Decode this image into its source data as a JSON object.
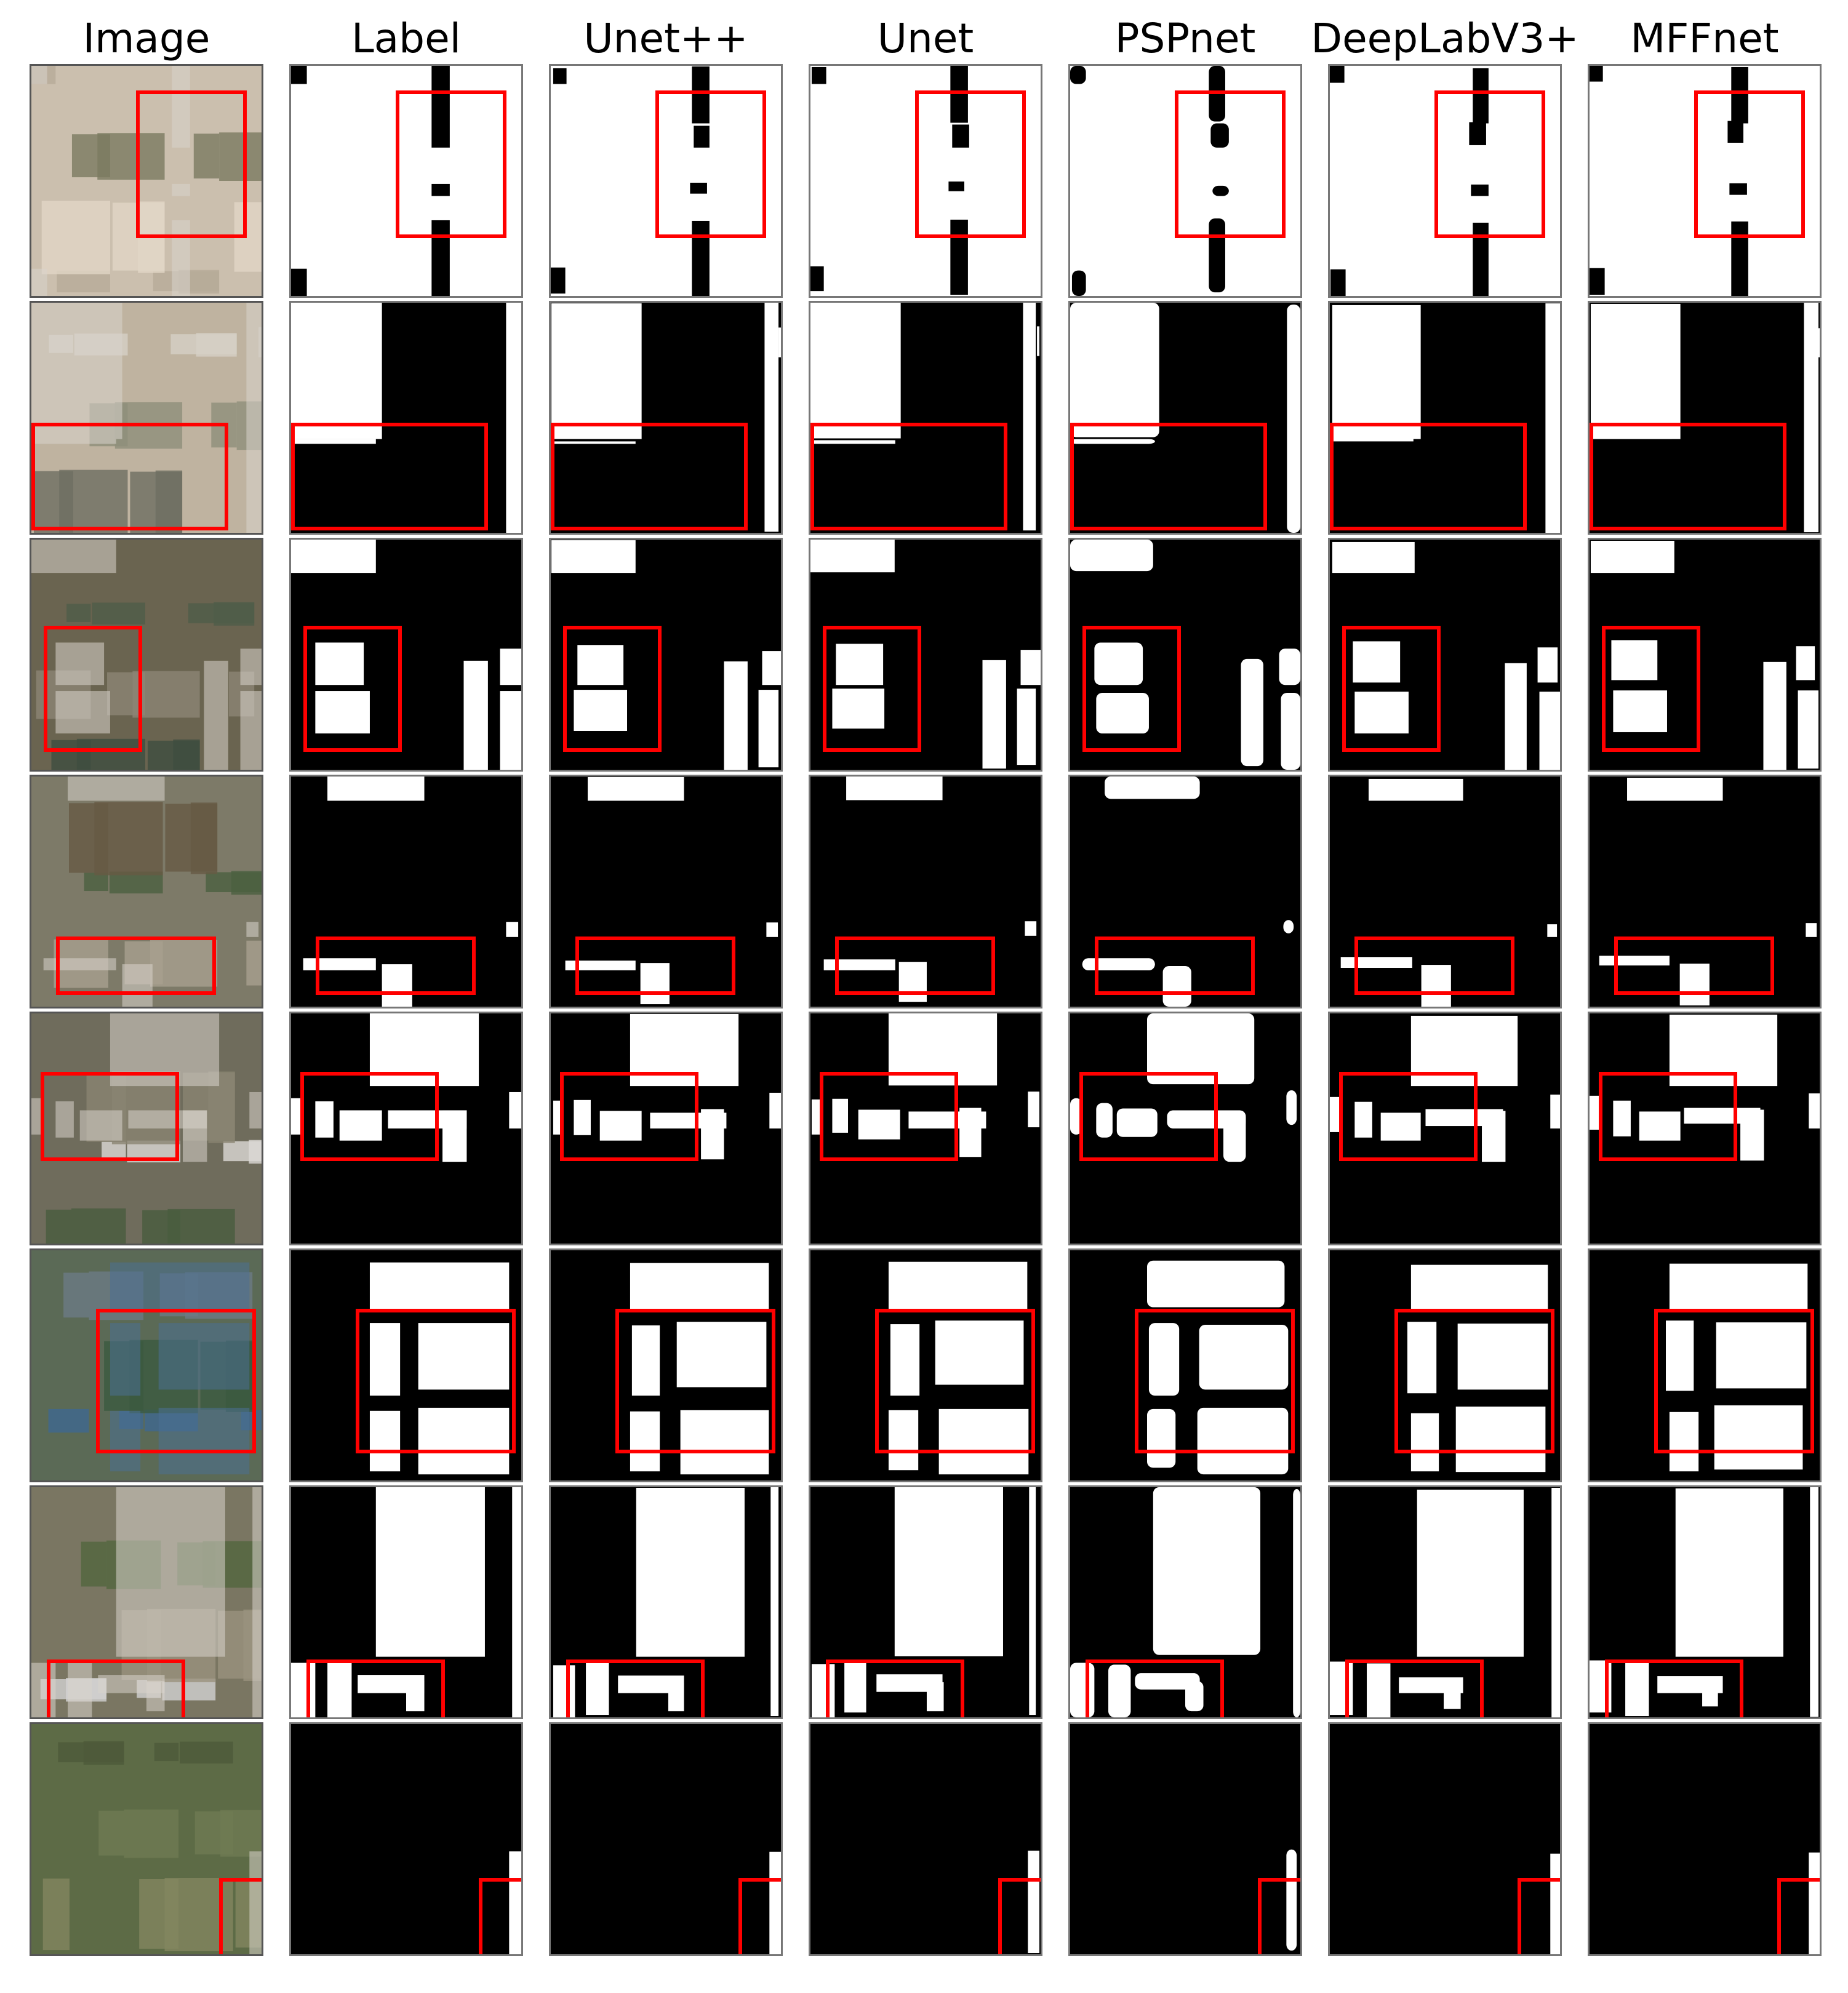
{
  "headers": {
    "image": "Image",
    "label": "Label",
    "unetpp": "Unet++",
    "unet": "Unet",
    "pspnet": "PSPnet",
    "deeplab": "DeepLabV3+",
    "mffnet": "MFFnet"
  },
  "colors": {
    "background": "#ffffff",
    "mask_building": "#ffffff",
    "mask_background": "#000000",
    "highlight_box": "#ff0000"
  },
  "rows": 8,
  "columns": [
    "Image",
    "Label",
    "Unet++",
    "Unet",
    "PSPnet",
    "DeepLabV3+",
    "MFFnet"
  ]
}
